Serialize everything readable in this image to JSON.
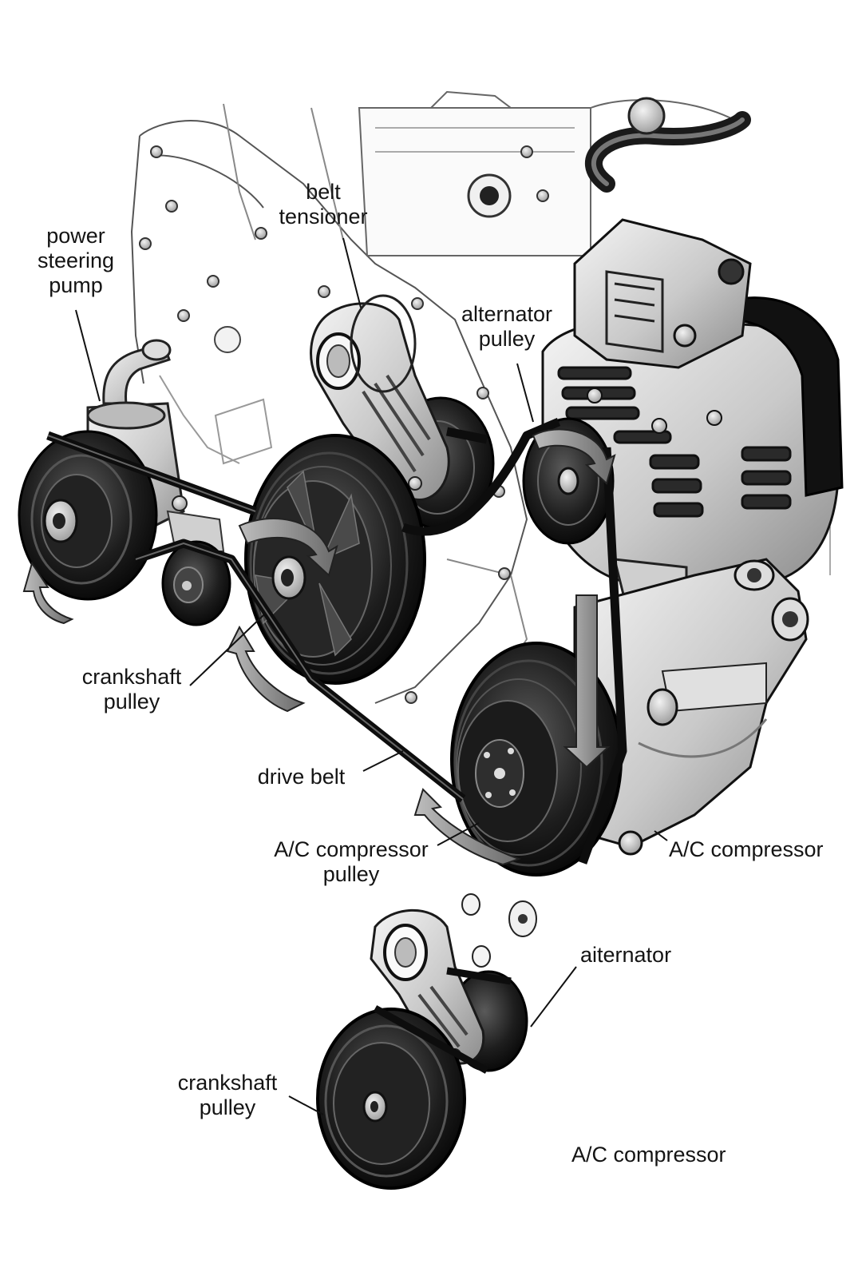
{
  "labels": {
    "belt_tensioner": "belt\ntensioner",
    "power_steering_pump": "power\nsteering\npump",
    "alternator_pulley": "alternator\npulley",
    "crankshaft_pulley": "crankshaft\npulley",
    "drive_belt": "drive belt",
    "ac_compressor_pulley": "A/C compressor\npulley",
    "ac_compressor": "A/C compressor",
    "alternator_inset": "aiternator",
    "crankshaft_pulley_inset": "crankshaft\npulley",
    "ac_compressor_inset": "A/C compressor"
  },
  "colors": {
    "background": "#ffffff",
    "ink": "#141414",
    "metal_dark": "#1c1c1c",
    "metal_mid": "#6b6b6b",
    "metal_light": "#d9d9d9",
    "arrow": "#7a7a7a"
  }
}
